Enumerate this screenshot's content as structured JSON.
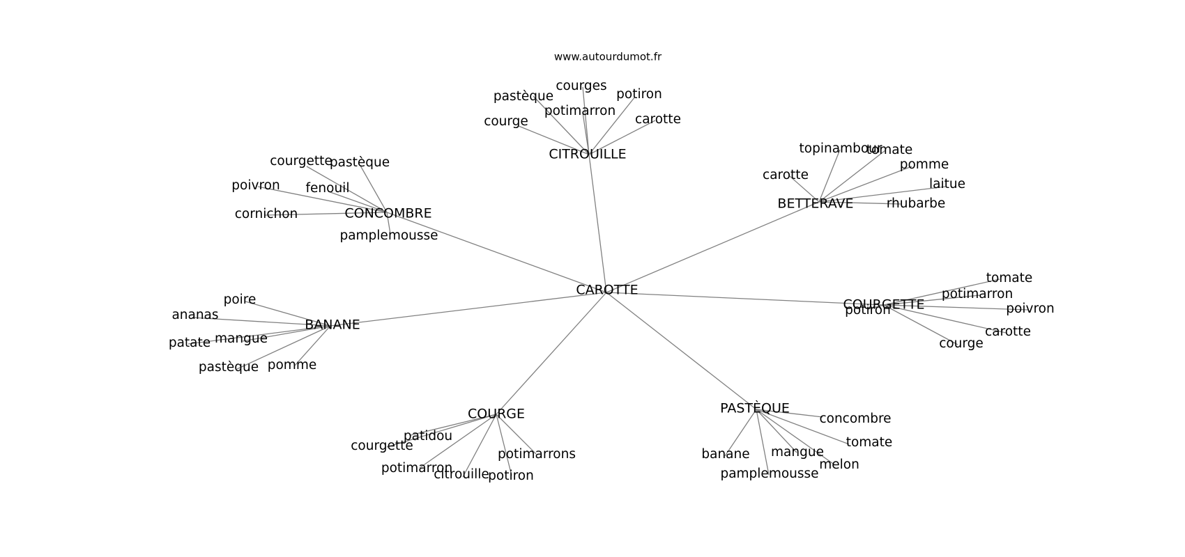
{
  "source_text": "www.autourdumot.fr",
  "colors": {
    "edge": "#808080",
    "text": "#000000",
    "background": "#ffffff"
  },
  "graph": {
    "root": "CAROTTE",
    "hubs": [
      {
        "id": "citrouille",
        "label": "CITROUILLE",
        "leaves": [
          "courges",
          "pastèque",
          "potiron",
          "potimarron",
          "courge",
          "carotte"
        ]
      },
      {
        "id": "betterave",
        "label": "BETTERAVE",
        "leaves": [
          "topinambour",
          "tomate",
          "pomme",
          "carotte",
          "laitue",
          "rhubarbe"
        ]
      },
      {
        "id": "concombre",
        "label": "CONCOMBRE",
        "leaves": [
          "courgette",
          "pastèque",
          "poivron",
          "fenouil",
          "cornichon",
          "pamplemousse"
        ]
      },
      {
        "id": "courgette",
        "label": "COURGETTE",
        "leaves": [
          "tomate",
          "potimarron",
          "poivron",
          "potiron",
          "carotte",
          "courge"
        ]
      },
      {
        "id": "banane",
        "label": "BANANE",
        "leaves": [
          "poire",
          "ananas",
          "mangue",
          "patate",
          "pastèque",
          "pomme"
        ]
      },
      {
        "id": "courge",
        "label": "COURGE",
        "leaves": [
          "patidou",
          "courgette",
          "potimarrons",
          "potimarron",
          "citrouille",
          "potiron"
        ]
      },
      {
        "id": "pasteque",
        "label": "PASTÈQUE",
        "leaves": [
          "concombre",
          "tomate",
          "banane",
          "mangue",
          "melon",
          "pamplemousse"
        ]
      }
    ]
  }
}
